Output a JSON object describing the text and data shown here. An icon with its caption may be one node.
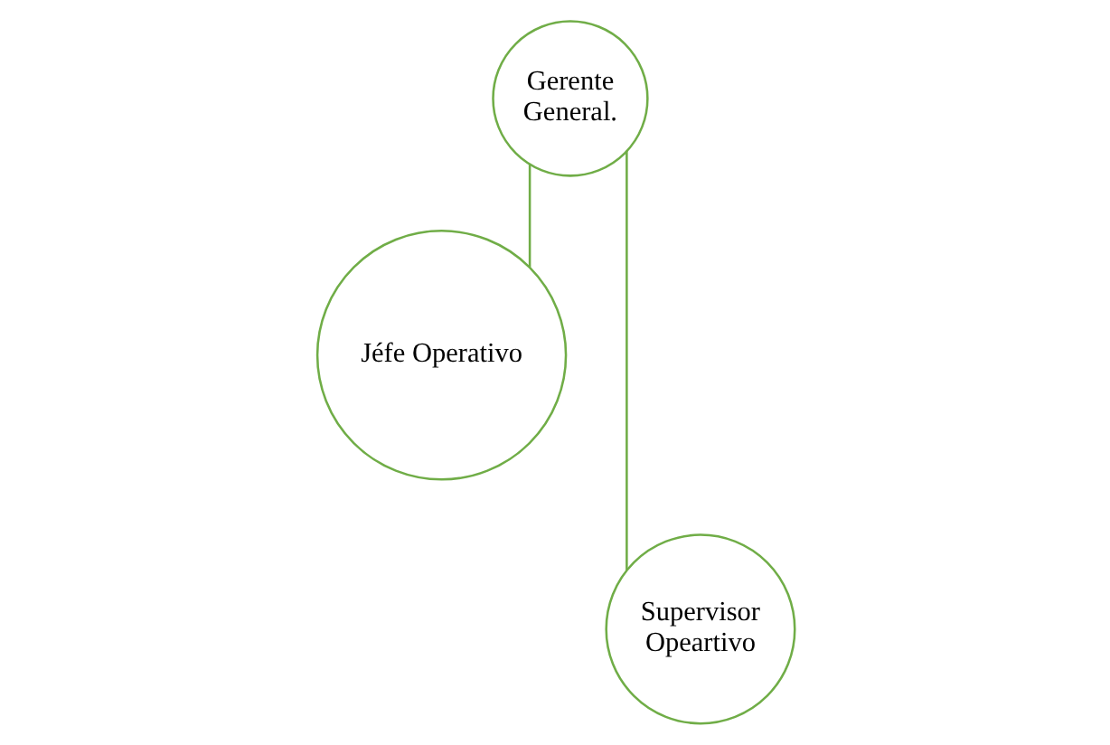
{
  "diagram": {
    "nodes": [
      {
        "text": [
          "Gerente General."
        ]
      },
      {
        "text": [
          "Jéfe Operativo"
        ]
      },
      {
        "text": [
          "Supervisor Opeartivo"
        ]
      }
    ],
    "edges": [
      {
        "from": 0,
        "to": 1,
        "arrow": "none",
        "color": "#70ad47"
      },
      {
        "from": 0,
        "to": 2,
        "arrow": "none",
        "color": "#70ad47"
      }
    ]
  }
}
